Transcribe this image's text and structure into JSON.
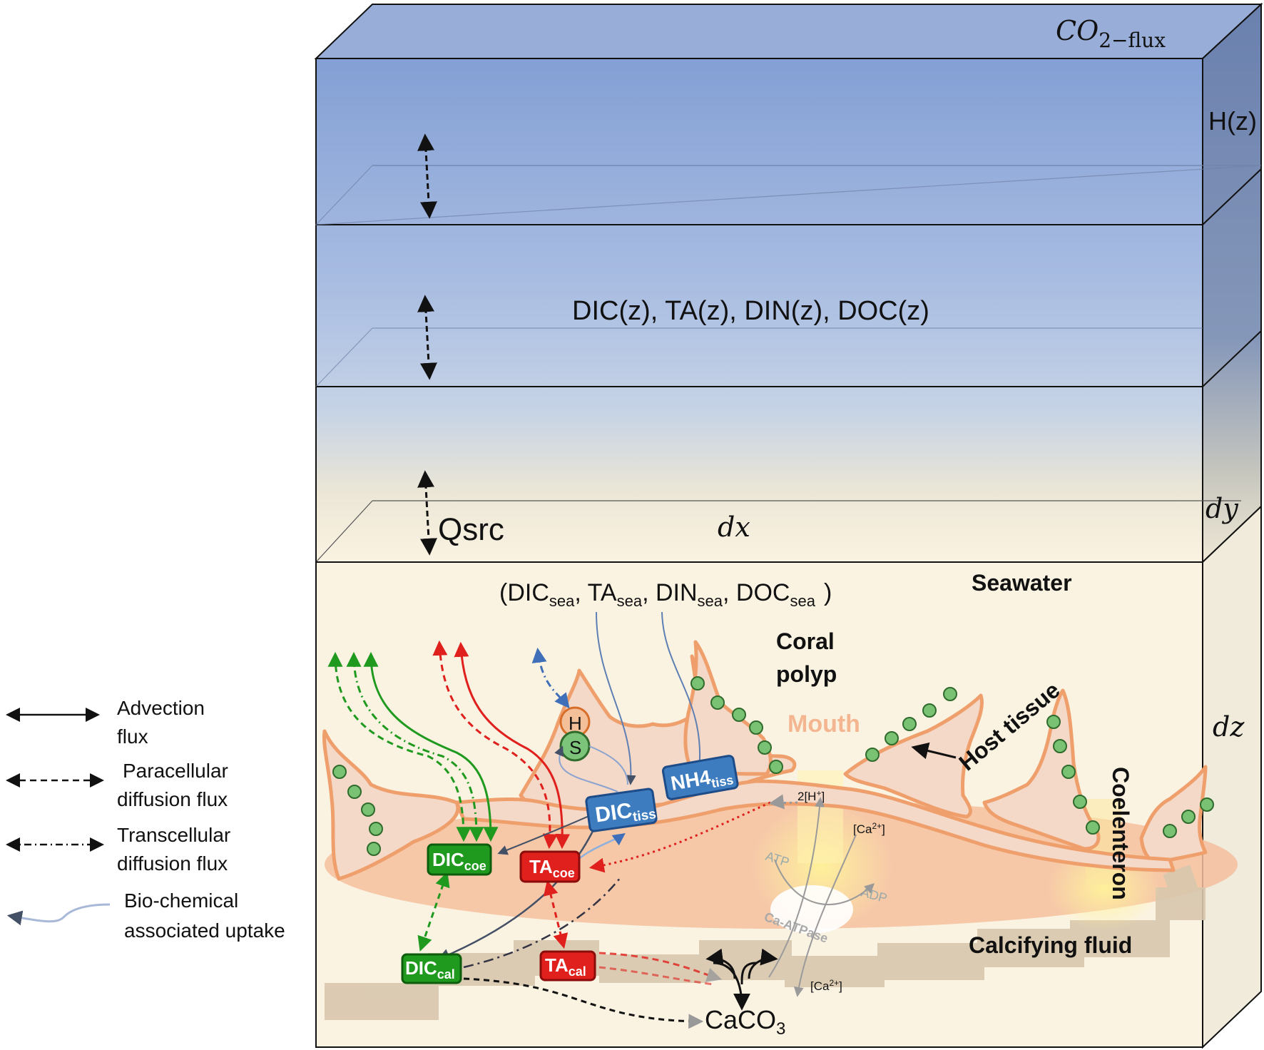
{
  "labels": {
    "co2_flux_main": "CO",
    "co2_flux_sub": "2−flux",
    "height": "H(z)",
    "concentrations": "DIC(z), TA(z), DIN(z), DOC(z)",
    "qsrc": "Qsrc",
    "dx": "dx",
    "dy": "dy",
    "dz": "dz",
    "seawater": "Seawater",
    "coral_polyp_1": "Coral",
    "coral_polyp_2": "polyp",
    "mouth": "Mouth",
    "host_tissue": "Host tissue",
    "coelenteron": "Coelenteron",
    "calcifying_fluid": "Calcifying fluid",
    "caco3_main": "CaCO",
    "caco3_sub": "3",
    "h_symbiont": "H",
    "s_symbiont": "S",
    "two_h": "2[H",
    "two_h_sup": "+",
    "two_h_close": "]",
    "ca_top": "[Ca",
    "ca_top_sup": "2+",
    "ca_top_close": "]",
    "ca_bottom": "[Ca",
    "ca_bottom_sup": "2+",
    "ca_bottom_close": "]",
    "atp": "ATP",
    "adp": "ADP",
    "ca_atpase": "Ca-ATPase"
  },
  "seawater_vars": {
    "open": "(DIC",
    "dic_sub": "sea",
    "ta": ", TA",
    "ta_sub": "sea",
    "din": ", DIN",
    "din_sub": "sea",
    "doc": ", DOC",
    "doc_sub": "sea",
    "close": ")"
  },
  "boxes": {
    "dic_tiss": {
      "main": "DIC",
      "sub": "tiss",
      "color": "#3e7cc0"
    },
    "nh4_tiss": {
      "main": "NH4",
      "sub": "tiss",
      "color": "#3e7cc0"
    },
    "dic_coe": {
      "main": "DIC",
      "sub": "coe",
      "color": "#1f9a1f"
    },
    "ta_coe": {
      "main": "TA",
      "sub": "coe",
      "color": "#e0201c"
    },
    "dic_cal": {
      "main": "DIC",
      "sub": "cal",
      "color": "#1f9a1f"
    },
    "ta_cal": {
      "main": "TA",
      "sub": "cal",
      "color": "#e0201c"
    }
  },
  "legend": {
    "advection": [
      "Advection",
      "flux"
    ],
    "paracellular": [
      "Paracellular",
      "diffusion flux"
    ],
    "transcellular": [
      "Transcellular",
      "diffusion flux"
    ],
    "biochemical": [
      "Bio-chemical",
      "associated uptake"
    ]
  },
  "colors": {
    "water_top": "#8fa8d6",
    "water_mid": "#b7c7e3",
    "sediment": "#fbf3e2",
    "tissue": "#f4d8c8",
    "tissue_edge": "#f0a070",
    "symbiont": "#7cc47a",
    "skeleton": "#d9c8ae",
    "green": "#1f9a1f",
    "red": "#e0201c",
    "blue": "#3e7cc0"
  }
}
